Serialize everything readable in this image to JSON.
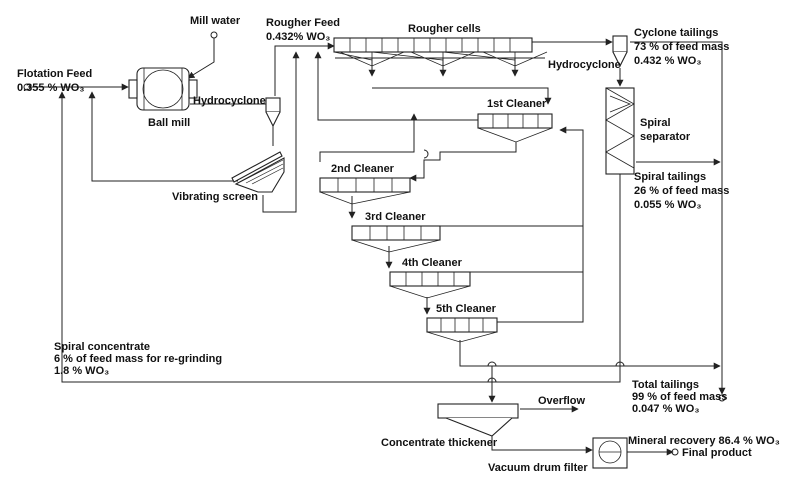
{
  "labels": {
    "flotation_feed": {
      "title": "Flotation Feed",
      "grade": "0.355 % WO₃"
    },
    "mill_water": "Mill water",
    "ball_mill": "Ball mill",
    "hydrocyclone_mill": "Hydrocyclone",
    "rougher_feed": {
      "title": "Rougher Feed",
      "grade": "0.432% WO₃"
    },
    "rougher_cells": "Rougher cells",
    "hydrocyclone_rougher": "Hydrocyclone",
    "cyclone_tailings": {
      "title": "Cyclone tailings",
      "mass": "73 % of feed mass",
      "grade": "0.432 % WO₃"
    },
    "spiral_separator": {
      "line1": "Spiral",
      "line2": "separator"
    },
    "spiral_tailings": {
      "title": "Spiral tailings",
      "mass": "26 % of feed mass",
      "grade": "0.055 % WO₃"
    },
    "vibrating_screen": "Vibrating screen",
    "cleaner_1": "1st Cleaner",
    "cleaner_2": "2nd Cleaner",
    "cleaner_3": "3rd Cleaner",
    "cleaner_4": "4th Cleaner",
    "cleaner_5": "5th Cleaner",
    "spiral_concentrate": {
      "title": "Spiral concentrate",
      "mass": "6 % of feed mass for re-grinding",
      "grade": "1.8 % WO₃"
    },
    "total_tailings": {
      "title": "Total tailings",
      "mass": "99 % of feed mass",
      "grade": "0.047 % WO₃"
    },
    "overflow": "Overflow",
    "concentrate_thickener": "Concentrate thickener",
    "vacuum_drum_filter": "Vacuum drum filter",
    "mineral_recovery": "Mineral recovery 86.4 % WO₃",
    "final_product": "Final product"
  }
}
